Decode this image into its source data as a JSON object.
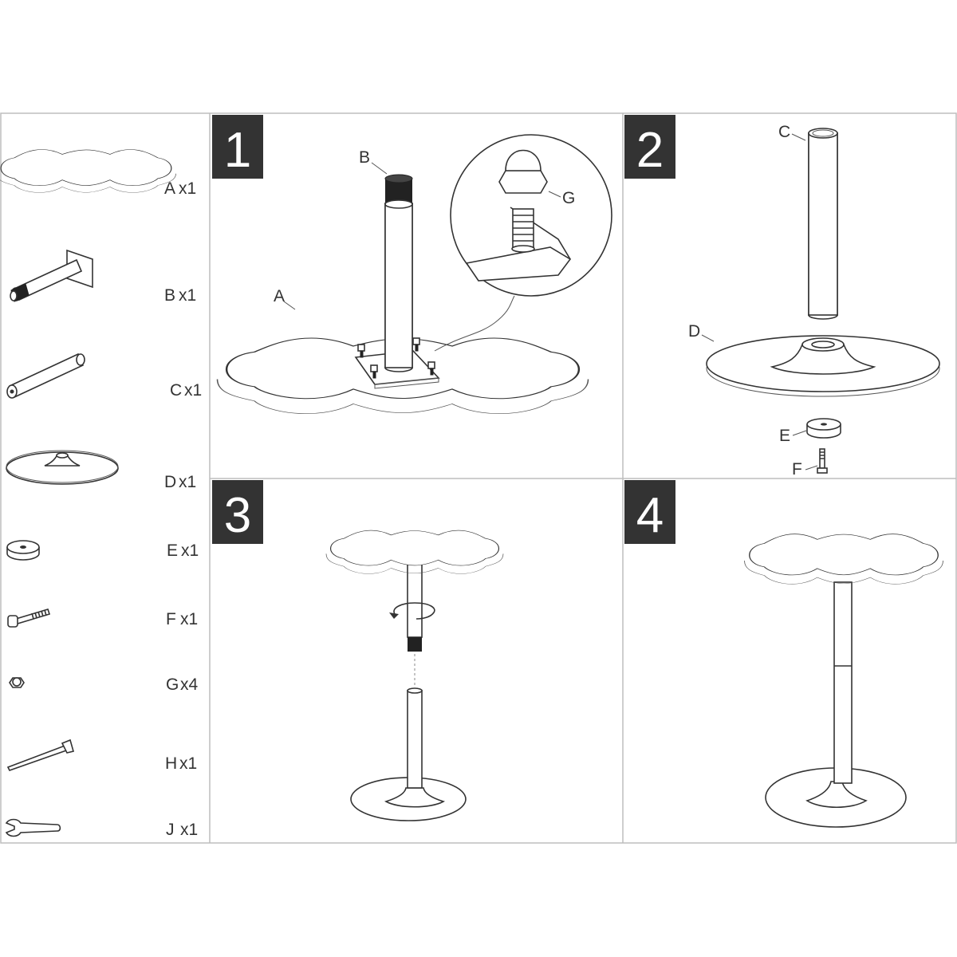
{
  "parts": [
    {
      "id": "part-a",
      "letter": "A",
      "qty": "x1"
    },
    {
      "id": "part-b",
      "letter": "B",
      "qty": "x1"
    },
    {
      "id": "part-c",
      "letter": "C",
      "qty": "x1"
    },
    {
      "id": "part-d",
      "letter": "D",
      "qty": "x1"
    },
    {
      "id": "part-e",
      "letter": "E",
      "qty": "x1"
    },
    {
      "id": "part-f",
      "letter": "F",
      "qty": "x1"
    },
    {
      "id": "part-g",
      "letter": "G",
      "qty": "x4"
    },
    {
      "id": "part-h",
      "letter": "H",
      "qty": "x1"
    },
    {
      "id": "part-j",
      "letter": "J",
      "qty": "x1"
    }
  ],
  "steps": [
    {
      "number": "1",
      "callouts": [
        "A",
        "B",
        "G"
      ]
    },
    {
      "number": "2",
      "callouts": [
        "C",
        "D",
        "E",
        "F"
      ]
    },
    {
      "number": "3",
      "callouts": []
    },
    {
      "number": "4",
      "callouts": []
    }
  ]
}
